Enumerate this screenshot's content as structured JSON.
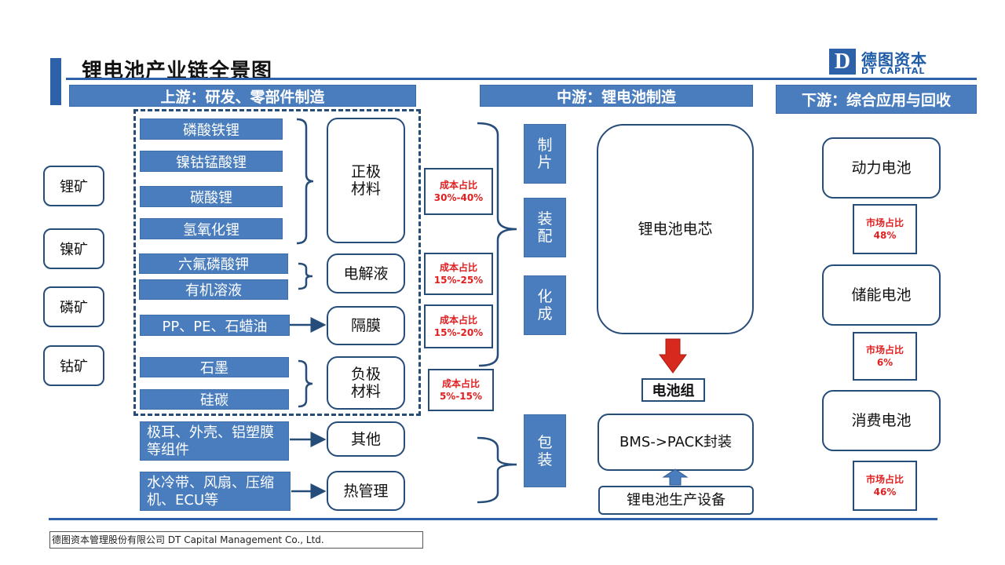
{
  "header": {
    "title": "锂电池产业链全景图",
    "logo_mark": "D",
    "logo_cn": "德图资本",
    "logo_en": "DT CAPITAL"
  },
  "sections": {
    "upstream": "上游：研发、零部件制造",
    "midstream": "中游：锂电池制造",
    "downstream": "下游：综合应用与回收"
  },
  "minerals": [
    "锂矿",
    "镍矿",
    "磷矿",
    "钴矿"
  ],
  "materials": {
    "cathode_items": [
      "磷酸铁锂",
      "镍钴锰酸锂",
      "碳酸锂",
      "氢氧化锂"
    ],
    "electrolyte_items": [
      "六氟磷酸钾",
      "有机溶液"
    ],
    "separator_item": "PP、PE、石蜡油",
    "anode_items": [
      "石墨",
      "硅碳"
    ],
    "other_item": "极耳、外壳、铝塑膜等组件",
    "thermal_item": "水冷带、风扇、压缩机、ECU等"
  },
  "components": {
    "cathode": "正极材料",
    "electrolyte": "电解液",
    "separator": "隔膜",
    "anode": "负极材料",
    "other": "其他",
    "thermal": "热管理"
  },
  "cost_label": "成本占比",
  "cost_shares": [
    "30%-40%",
    "15%-25%",
    "15%-20%",
    "5%-15%"
  ],
  "process_steps": [
    "制片",
    "装配",
    "化成",
    "包装"
  ],
  "midstream": {
    "cell": "锂电池电芯",
    "battery_pack": "电池组",
    "pack_process": "BMS->PACK封装",
    "equipment": "锂电池生产设备"
  },
  "applications": [
    "动力电池",
    "储能电池",
    "消费电池"
  ],
  "market_label": "市场占比",
  "market_shares": [
    "48%",
    "6%",
    "46%"
  ],
  "footer": "德图资本管理股份有限公司  DT Capital  Management  Co., Ltd.",
  "colors": {
    "accent": "#2e62a8",
    "fill_blue": "#4a7dbd",
    "outline_navy": "#264c79",
    "highlight_red": "#e02020",
    "arrow_red": "#d8291e"
  }
}
